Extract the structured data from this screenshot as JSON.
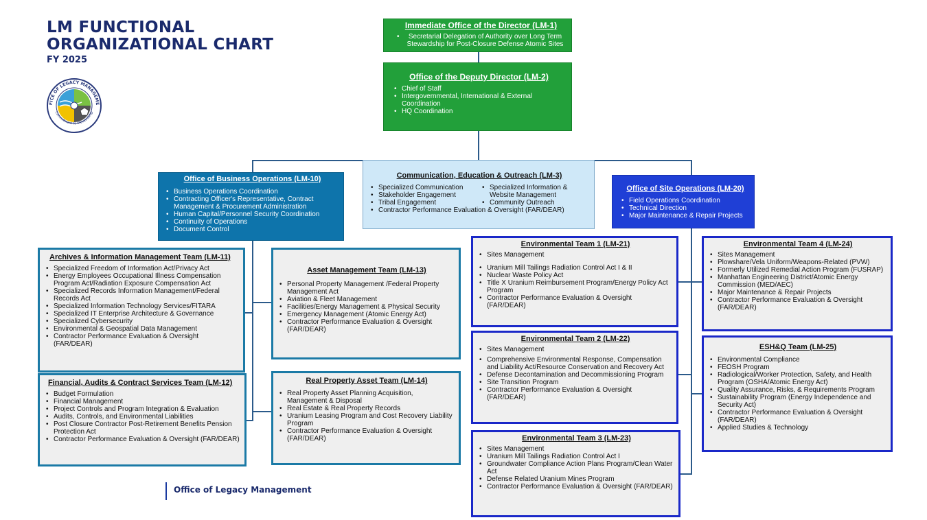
{
  "header": {
    "title_line1": "LM FUNCTIONAL",
    "title_line2": "ORGANIZATIONAL CHART",
    "fiscal_year": "FY 2025",
    "seal": {
      "top_text": "OFFICE OF LEGACY MANAGEMENT",
      "bottom_text": "Commitment to Stewardship"
    }
  },
  "footer": {
    "text": "Office of Legacy Management"
  },
  "colors": {
    "green": "#22a03a",
    "teal": "#0e74ab",
    "light_blue": "#cfe8f8",
    "royal_blue": "#1f3fd6",
    "navy_title": "#1a2a6c",
    "box_gray": "#efefef"
  },
  "director": {
    "title": "Immediate Office of the Director (LM-1)",
    "items": [
      "Secretarial Delegation of Authority over Long Term Stewardship for Post-Closure Defense Atomic Sites"
    ]
  },
  "deputy": {
    "title": "Office of the Deputy Director  (LM-2)",
    "items": [
      "Chief of Staff",
      "Intergovernmental, International & External Coordination",
      "HQ Coordination"
    ]
  },
  "business_ops": {
    "title": "Office of Business Operations (LM-10)",
    "items": [
      "Business Operations Coordination",
      "Contracting Officer's Representative, Contract Management & Procurement Administration",
      "Human Capital/Personnel Security Coordination",
      "Continuity of Operations",
      "Document Control"
    ]
  },
  "ceo": {
    "title": "Communication, Education & Outreach (LM-3)",
    "col1": [
      "Specialized Communication",
      "Stakeholder Engagement",
      "Tribal Engagement"
    ],
    "col2": [
      "Specialized Information & Website Management",
      "Community Outreach"
    ],
    "full": "Contractor Performance Evaluation & Oversight (FAR/DEAR)"
  },
  "site_ops": {
    "title": "Office of Site Operations (LM-20)",
    "items": [
      "Field Operations Coordination",
      "Technical Direction",
      "Major Maintenance & Repair Projects"
    ]
  },
  "archives": {
    "title": "Archives & Information Management Team (LM-11)",
    "items": [
      "Specialized Freedom of Information Act/Privacy Act",
      "Energy Employees Occupational Illness Compensation Program Act/Radiation Exposure Compensation Act",
      "Specialized Records Information Management/Federal Records Act",
      "Specialized Information Technology Services/FITARA",
      "Specialized IT Enterprise Architecture & Governance",
      "Specialized Cybersecurity",
      "Environmental & Geospatial Data Management",
      "Contractor Performance Evaluation & Oversight (FAR/DEAR)"
    ]
  },
  "financial": {
    "title": "Financial, Audits & Contract Services Team (LM-12)",
    "items": [
      "Budget Formulation",
      "Financial Management",
      "Project Controls and Program Integration & Evaluation",
      "Audits, Controls, and Environmental Liabilities",
      "Post Closure Contractor Post-Retirement Benefits Pension Protection Act",
      "Contractor Performance Evaluation & Oversight (FAR/DEAR)"
    ]
  },
  "asset": {
    "title": "Asset Management Team (LM-13)",
    "items": [
      "Personal Property Management /Federal Property Management Act",
      "Aviation & Fleet Management",
      "Facilities/Energy Management & Physical Security",
      "Emergency Management (Atomic Energy Act)",
      "Contractor Performance Evaluation & Oversight (FAR/DEAR)"
    ]
  },
  "real_property": {
    "title": "Real Property Asset Team (LM-14)",
    "items": [
      "Real Property Asset Planning Acquisition, Management & Disposal",
      "Real Estate & Real Property Records",
      "Uranium Leasing Program and Cost Recovery Liability Program",
      "Contractor Performance Evaluation & Oversight (FAR/DEAR)"
    ]
  },
  "env1": {
    "title": "Environmental Team 1 (LM-21)",
    "items": [
      "Sites Management",
      "Uranium Mill Tailings Radiation Control Act I & II",
      "Nuclear Waste Policy Act",
      "Title X Uranium Reimbursement Program/Energy Policy Act Program",
      "Contractor Performance Evaluation & Oversight (FAR/DEAR)"
    ]
  },
  "env2": {
    "title": "Environmental Team 2 (LM-22)",
    "items": [
      "Sites Management",
      "Comprehensive Environmental Response, Compensation and Liability Act/Resource Conservation and Recovery Act",
      "Defense Decontamination  and Decommissioning Program",
      "Site Transition Program",
      "Contractor Performance Evaluation & Oversight (FAR/DEAR)"
    ]
  },
  "env3": {
    "title": "Environmental Team 3 (LM-23)",
    "items": [
      "Sites Management",
      "Uranium Mill Tailings Radiation Control Act I",
      "Groundwater Compliance Action Plans Program/Clean Water Act",
      "Defense Related Uranium Mines Program",
      "Contractor Performance Evaluation & Oversight (FAR/DEAR)"
    ]
  },
  "env4": {
    "title": "Environmental Team 4 (LM-24)",
    "items": [
      "Sites Management",
      "Plowshare/Vela Uniform/Weapons-Related (PVW)",
      "Formerly Utilized Remedial Action Program (FUSRAP)",
      "Manhattan Engineering District/Atomic Energy Commission (MED/AEC)",
      "Major Maintenance & Repair Projects",
      "Contractor Performance Evaluation & Oversight (FAR/DEAR)"
    ]
  },
  "esh": {
    "title": "ESH&Q Team (LM-25)",
    "items": [
      "Environmental Compliance",
      "FEOSH Program",
      "Radiological/Worker Protection, Safety, and Health Program (OSHA/Atomic Energy Act)",
      "Quality Assurance, Risks, & Requirements Program",
      "Sustainability Program (Energy Independence and Security Act)",
      "Contractor Performance Evaluation & Oversight (FAR/DEAR)",
      "Applied Studies & Technology"
    ]
  }
}
